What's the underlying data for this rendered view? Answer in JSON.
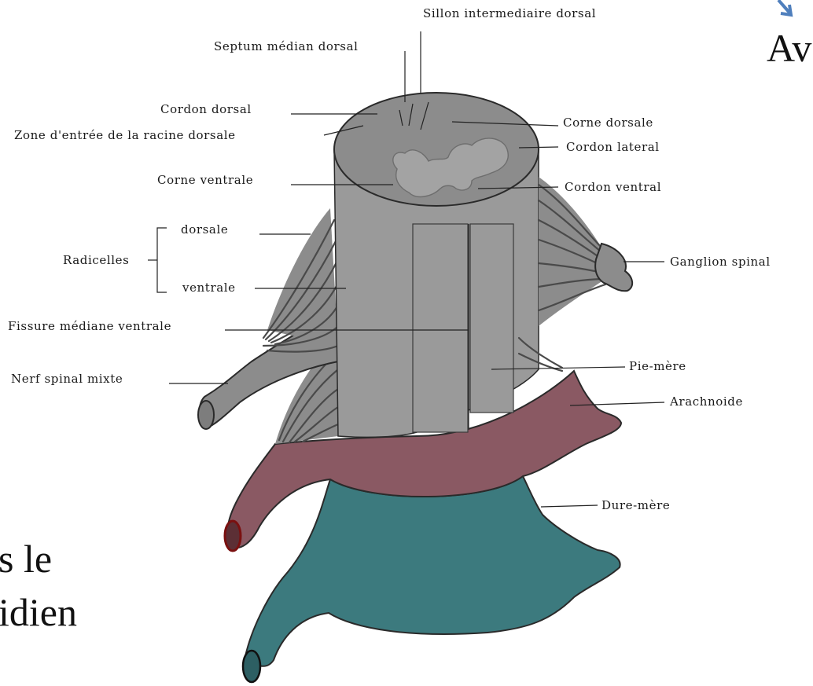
{
  "colors": {
    "cord": "#8c8c8c",
    "cord_light": "#9a9a9a",
    "arachnoid": "#8a5963",
    "dura": "#3c7a7e",
    "line": "#222222",
    "arrow": "#4f7fbd"
  },
  "labels": {
    "sillon_intermediaire_dorsal": "Sillon intermediaire dorsal",
    "septum_median_dorsal": "Septum médian dorsal",
    "cordon_dorsal": "Cordon dorsal",
    "zone_entree_racine_dorsale": "Zone d'entrée de la racine dorsale",
    "corne_ventrale": "Corne ventrale",
    "radicelles": "Radicelles",
    "radicelles_dorsale": "dorsale",
    "radicelles_ventrale": "ventrale",
    "fissure_mediane_ventrale": "Fissure médiane ventrale",
    "nerf_spinal_mixte": "Nerf spinal mixte",
    "corne_dorsale": "Corne dorsale",
    "cordon_lateral": "Cordon lateral",
    "cordon_ventral": "Cordon ventral",
    "ganglion_spinal": "Ganglion spinal",
    "pie_mere": "Pie-mère",
    "arachnoide": "Arachnoide",
    "dure_mere": "Dure-mère"
  },
  "slide_text": {
    "top_right": "Av",
    "bottom_left_line1": "s le",
    "bottom_left_line2": "idien"
  }
}
